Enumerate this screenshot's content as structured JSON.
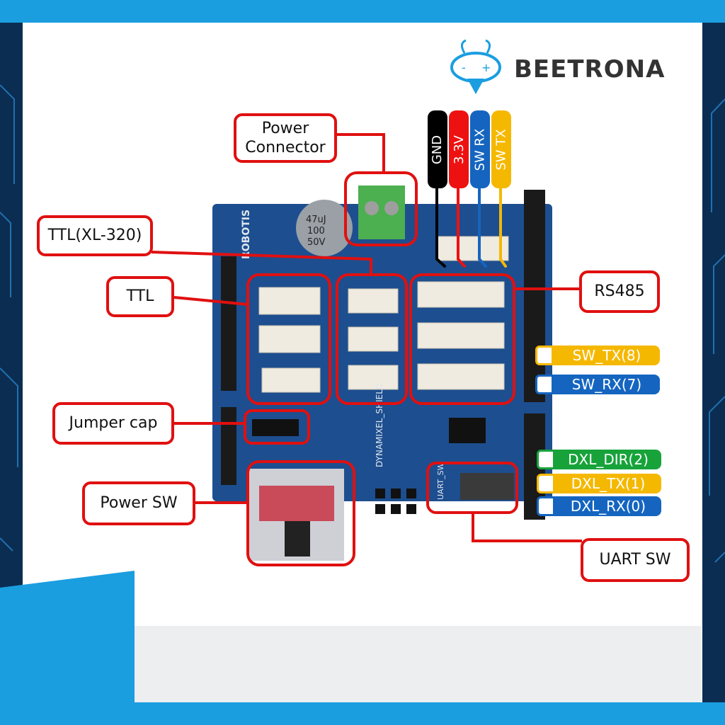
{
  "brand": {
    "name": "BEETRONA"
  },
  "labels": {
    "power_connector": "Power\nConnector",
    "ttl_xl320": "TTL(XL-320)",
    "ttl": "TTL",
    "rs485": "RS485",
    "jumper_cap": "Jumper cap",
    "power_sw": "Power SW",
    "uart_sw": "UART SW"
  },
  "header_pins": [
    {
      "label": "GND",
      "color": "#000000"
    },
    {
      "label": "3.3V",
      "color": "#ee1111"
    },
    {
      "label": "SW RX",
      "color": "#1565c0"
    },
    {
      "label": "SW TX",
      "color": "#f5b800"
    }
  ],
  "side_pins": [
    {
      "label": "SW_TX(8)",
      "color": "#f5b800"
    },
    {
      "label": "SW_RX(7)",
      "color": "#1565c0"
    },
    {
      "label": "DXL_DIR(2)",
      "color": "#17a33a"
    },
    {
      "label": "DXL_TX(1)",
      "color": "#f5b800"
    },
    {
      "label": "DXL_RX(0)",
      "color": "#1565c0"
    }
  ],
  "board": {
    "silk_shield": "DYNAMIXEL_SHIELD",
    "silk_uart": "UART_SW",
    "silk_brand": "ROBOTIS",
    "capacitor": [
      "47uJ",
      "100",
      "50V"
    ]
  },
  "colors": {
    "highlight": "#e01010",
    "frame": "#1a9ee0",
    "board": "#1d4e8f"
  }
}
